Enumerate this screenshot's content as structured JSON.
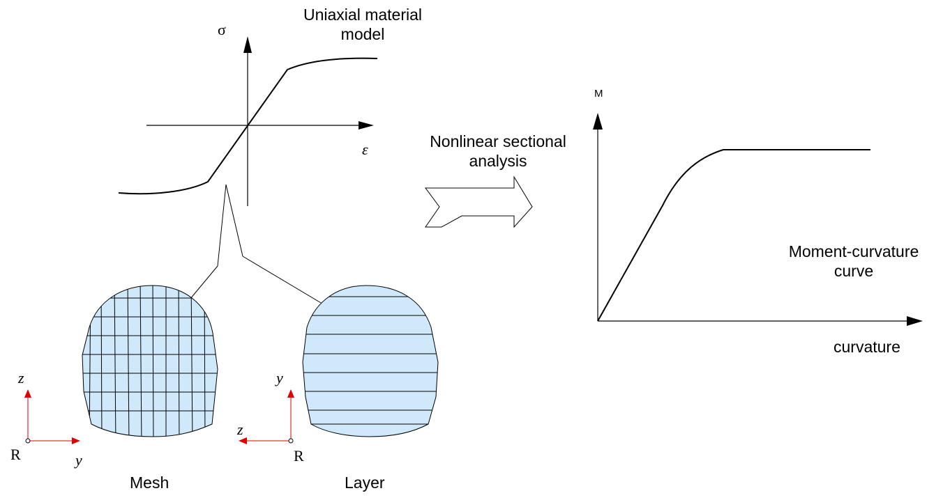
{
  "material_model": {
    "title_line1": "Uniaxial material",
    "title_line2": "model",
    "y_axis_label": "σ",
    "x_axis_label": "ε"
  },
  "process": {
    "label_line1": "Nonlinear sectional",
    "label_line2": "analysis"
  },
  "moment_curvature": {
    "y_axis_label": "M",
    "x_axis_label": "curvature",
    "curve_label_line1": "Moment-curvature",
    "curve_label_line2": "curve"
  },
  "sections": {
    "mesh": {
      "caption": "Mesh",
      "axis_vertical": "z",
      "axis_horizontal": "y",
      "origin_label": "R"
    },
    "layer": {
      "caption": "Layer",
      "axis_vertical": "y",
      "axis_horizontal": "z",
      "origin_label": "R"
    }
  },
  "colors": {
    "section_fill": "#cfe9fb",
    "axis_red": "#e00000",
    "line": "#000000"
  }
}
